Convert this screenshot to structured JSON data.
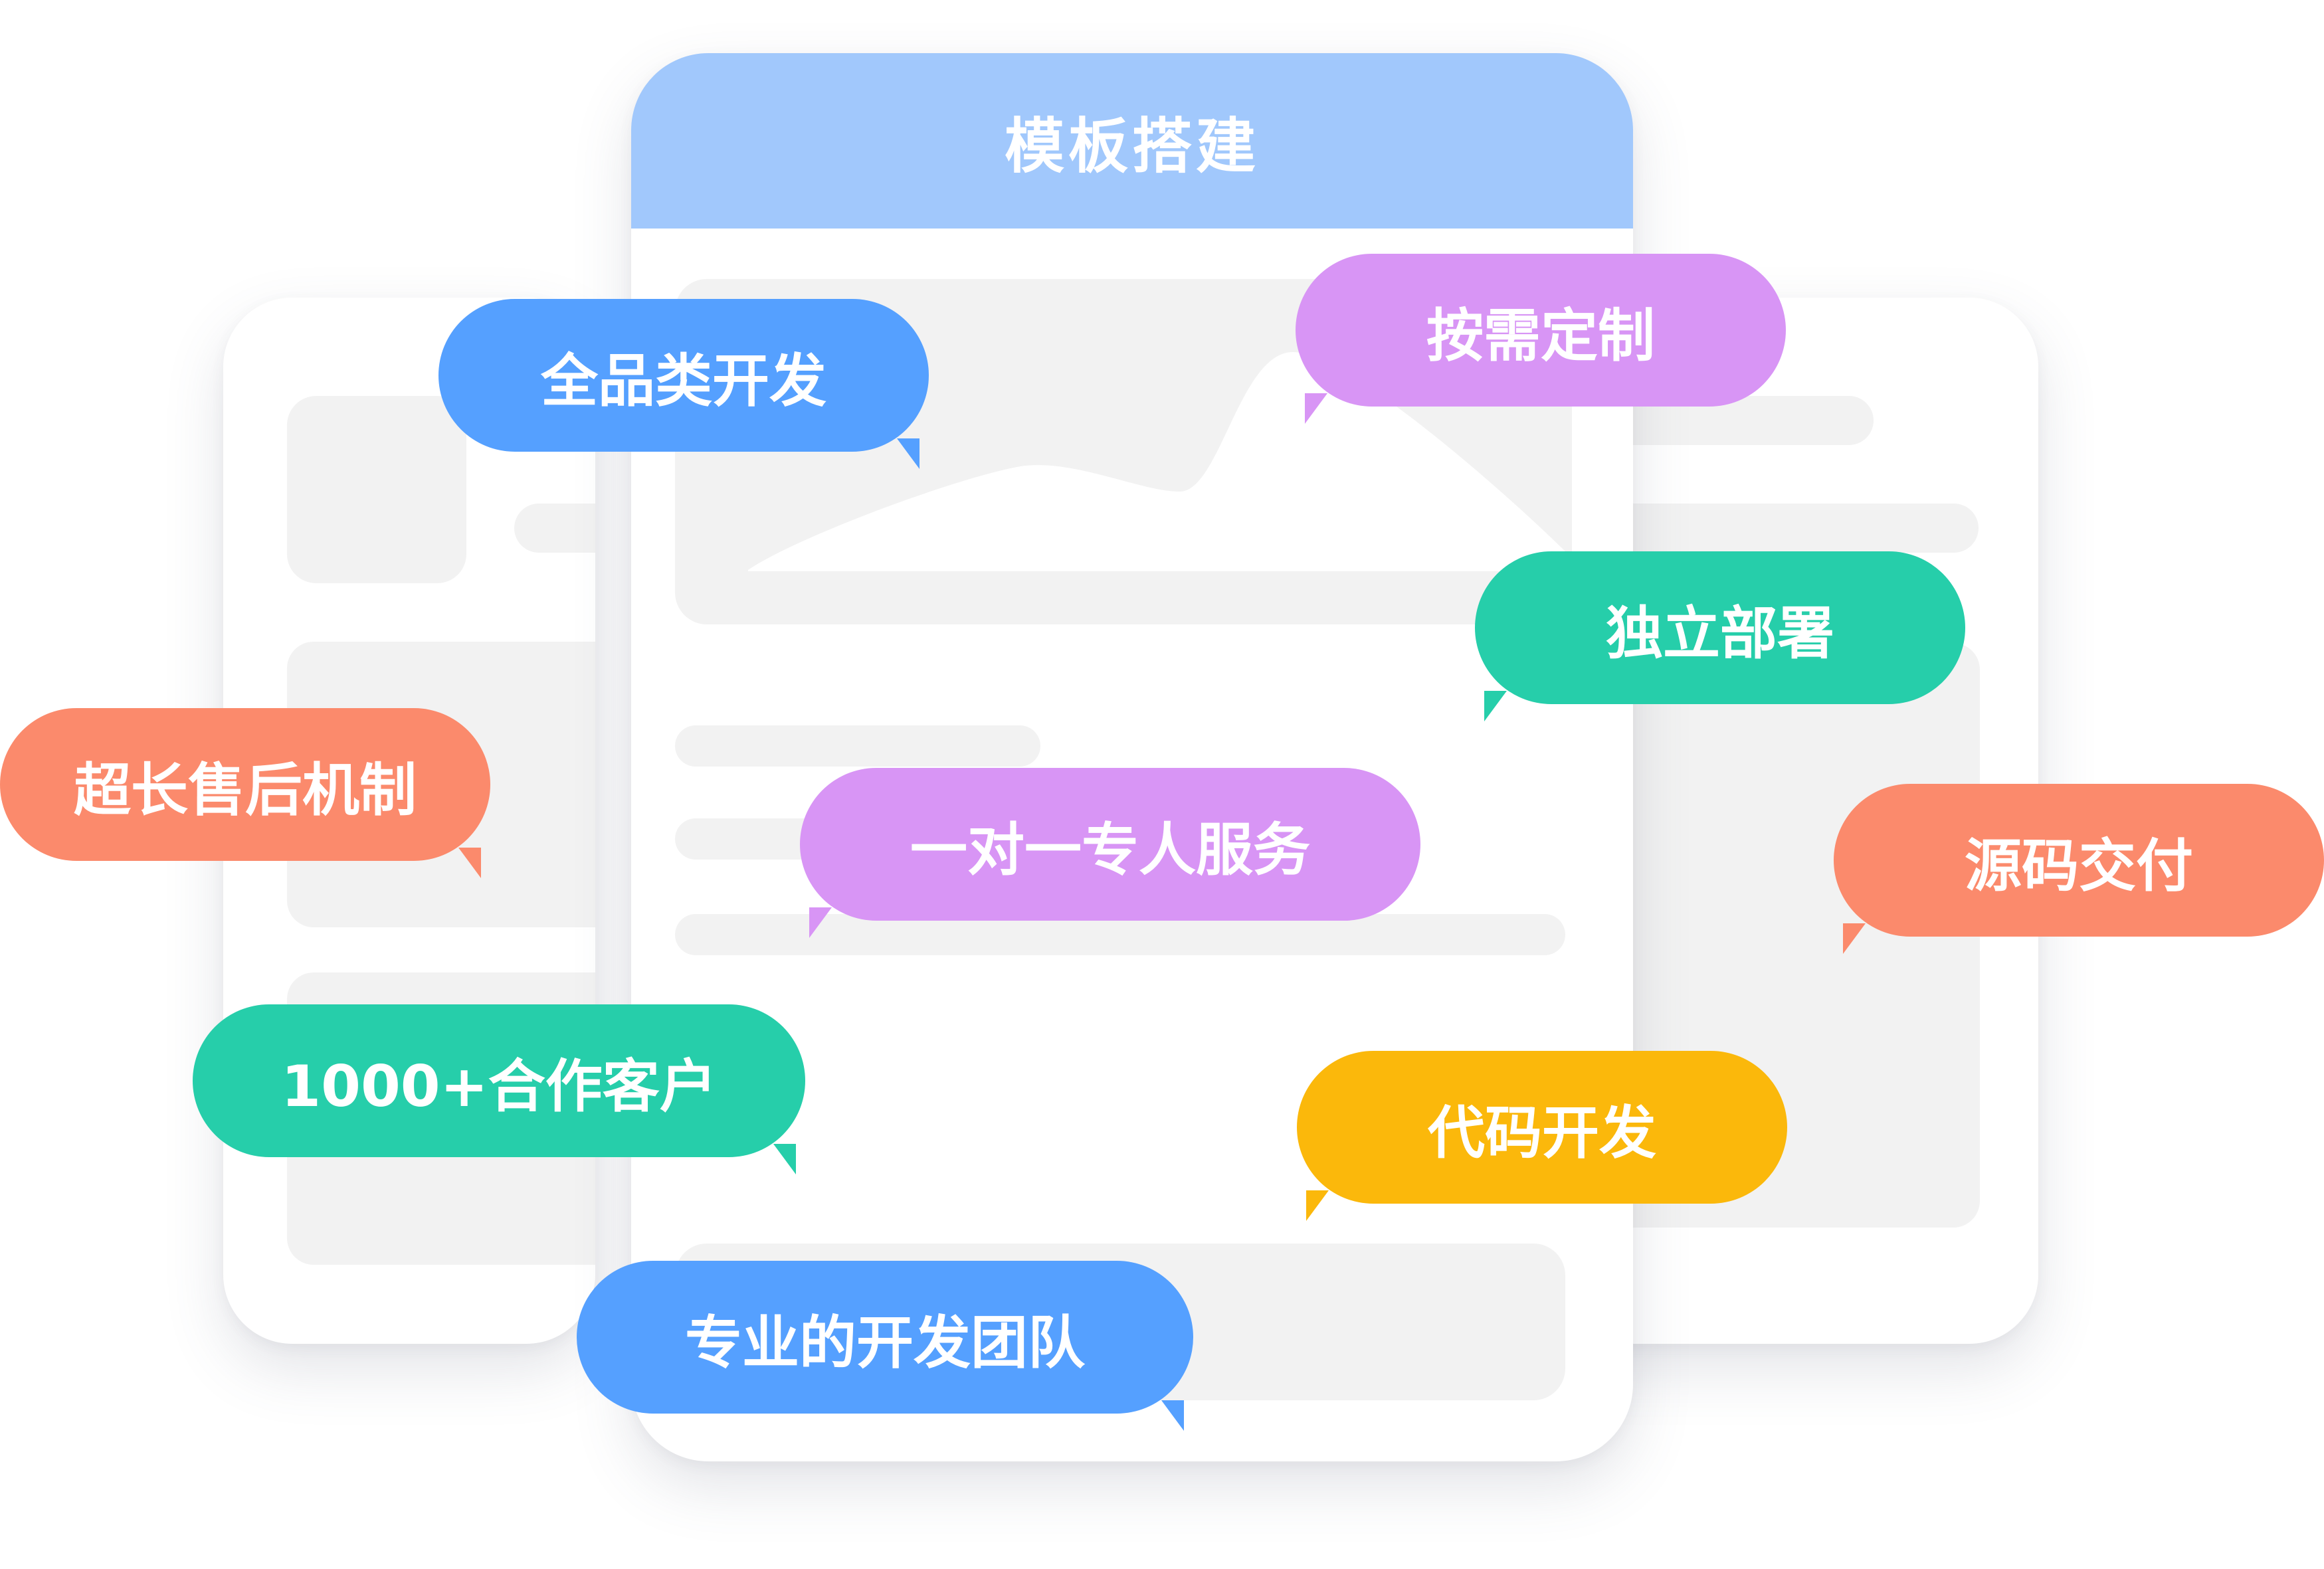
{
  "template_card": {
    "title": "模板搭建"
  },
  "tags": [
    {
      "label": "全品类开发",
      "color": "#55a0ff"
    },
    {
      "label": "按需定制",
      "color": "#d895f5"
    },
    {
      "label": "独立部署",
      "color": "#26ceaa"
    },
    {
      "label": "超长售后机制",
      "color": "#fb8a6c"
    },
    {
      "label": "一对一专人服务",
      "color": "#d895f5"
    },
    {
      "label": "源码交付",
      "color": "#fb8a6c"
    },
    {
      "label": "1000+合作客户",
      "color": "#26ceaa"
    },
    {
      "label": "代码开发",
      "color": "#fbb80b"
    },
    {
      "label": "专业的开发团队",
      "color": "#55a0ff"
    }
  ]
}
